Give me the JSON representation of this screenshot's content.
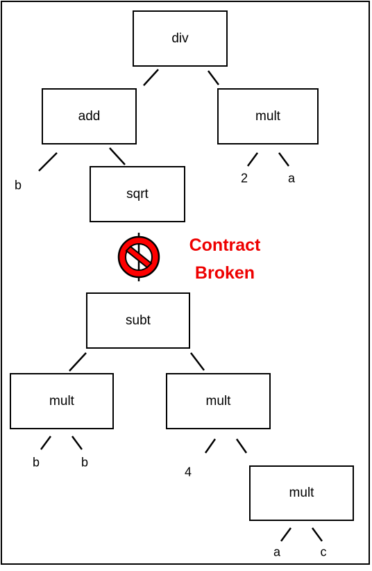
{
  "nodes": {
    "div": "div",
    "add": "add",
    "mult_top": "mult",
    "sqrt": "sqrt",
    "subt": "subt",
    "mult_left": "mult",
    "mult_mid": "mult",
    "mult_bottom": "mult"
  },
  "leaves": {
    "b_add": "b",
    "two": "2",
    "a_top": "a",
    "b1": "b",
    "b2": "b",
    "four": "4",
    "a_bottom": "a",
    "c": "c"
  },
  "warning": {
    "line1": "Contract",
    "line2": "Broken",
    "color": "#ee0000"
  },
  "icon": "prohibited-icon"
}
